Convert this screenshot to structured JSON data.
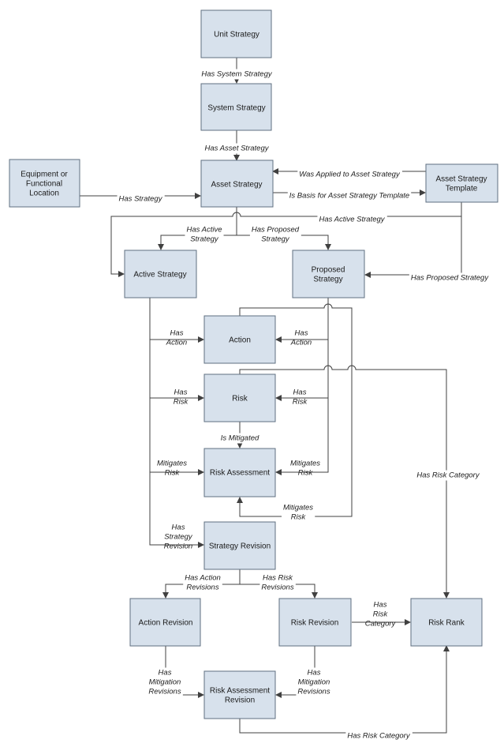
{
  "nodes": {
    "unit_strategy": [
      "Unit Strategy"
    ],
    "system_strategy": [
      "System Strategy"
    ],
    "equipment": [
      "Equipment or",
      "Functional",
      "Location"
    ],
    "asset_strategy": [
      "Asset Strategy"
    ],
    "asset_strategy_template": [
      "Asset Strategy",
      "Template"
    ],
    "active_strategy": [
      "Active Strategy"
    ],
    "proposed_strategy": [
      "Proposed",
      "Strategy"
    ],
    "action": [
      "Action"
    ],
    "risk": [
      "Risk"
    ],
    "risk_assessment": [
      "Risk Assessment"
    ],
    "strategy_revision": [
      "Strategy Revision"
    ],
    "action_revision": [
      "Action Revision"
    ],
    "risk_revision": [
      "Risk Revision"
    ],
    "risk_rank": [
      "Risk Rank"
    ],
    "risk_assessment_revision": [
      "Risk Assessment",
      "Revision"
    ]
  },
  "labels": {
    "has_system_strategy": [
      "Has System Strategy"
    ],
    "has_asset_strategy": [
      "Has Asset Strategy"
    ],
    "has_strategy": [
      "Has Strategy"
    ],
    "was_applied": [
      "Was Applied to Asset Strategy"
    ],
    "is_basis": [
      "Is Basis for Asset Strategy Template"
    ],
    "has_active_strategy_top": [
      "Has Active Strategy"
    ],
    "has_active_strategy": [
      "Has Active",
      "Strategy"
    ],
    "has_proposed_strategy": [
      "Has Proposed",
      "Strategy"
    ],
    "has_proposed_strategy_right": [
      "Has Proposed Strategy"
    ],
    "has_action_left": [
      "Has",
      "Action"
    ],
    "has_action_right": [
      "Has",
      "Action"
    ],
    "has_risk_left": [
      "Has",
      "Risk"
    ],
    "has_risk_right": [
      "Has",
      "Risk"
    ],
    "is_mitigated": [
      "Is Mitigated"
    ],
    "mitigates_risk_left": [
      "Mitigates",
      "Risk"
    ],
    "mitigates_risk_right": [
      "Mitigates",
      "Risk"
    ],
    "mitigates_risk_bottom": [
      "Mitigates",
      "Risk"
    ],
    "has_risk_category": [
      "Has Risk Category"
    ],
    "has_strategy_revision": [
      "Has",
      "Strategy",
      "Revision"
    ],
    "has_action_revisions": [
      "Has Action",
      "Revisions"
    ],
    "has_risk_revisions": [
      "Has Risk",
      "Revisions"
    ],
    "has_risk_category_mid": [
      "Has",
      "Risk",
      "Category"
    ],
    "has_mitigation_revisions_left": [
      "Has",
      "Mitigation",
      "Revisions"
    ],
    "has_mitigation_revisions_right": [
      "Has",
      "Mitigation",
      "Revisions"
    ],
    "has_risk_category_bottom": [
      "Has Risk Category"
    ]
  }
}
